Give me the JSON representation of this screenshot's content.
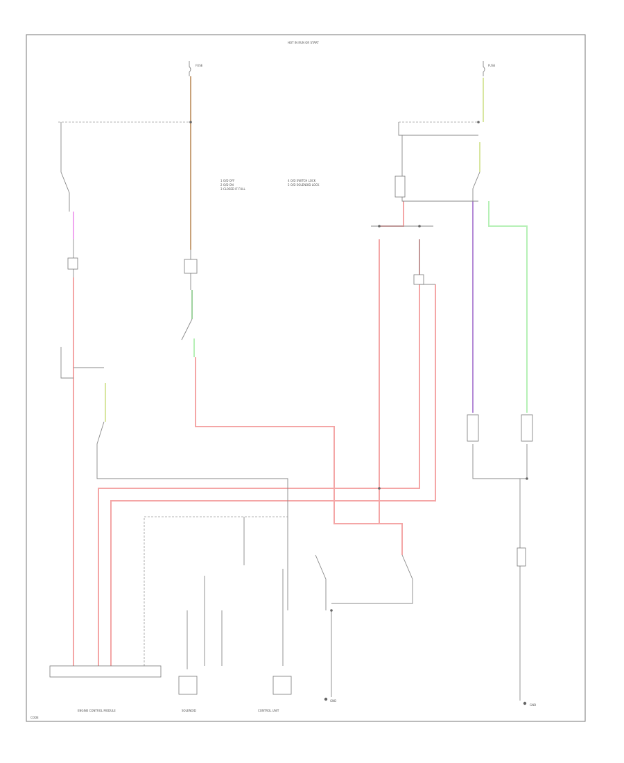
{
  "colors": {
    "pink": "#f4a6a6",
    "tan": "#c8a27a",
    "yellow_green": "#d8e6a0",
    "green": "#9fd39f",
    "magenta": "#f0a6f0",
    "purple": "#b48ad6",
    "light_green": "#b6f0b6",
    "gray": "#8a8a8a"
  },
  "labels": {
    "top_center": "HOT IN RUN OR START",
    "fuse_left": "FUSE",
    "fuse_right": "FUSE",
    "legend_1": "1  O/D OFF",
    "legend_2": "2  O/D ON",
    "legend_3": "3  CLOSED IF FULL",
    "legend_4": "4  O/D SWITCH LOCK",
    "legend_5": "5  O/D SOLENOID LOCK",
    "bottom_ecm": "ENGINE CONTROL MODULE",
    "bottom_solenoid": "SOLENOID",
    "bottom_ctrl": "CONTROL UNIT",
    "bottom_gnd_1": "GND",
    "bottom_gnd_2": "GND",
    "bottom_left_code": "CODE"
  }
}
